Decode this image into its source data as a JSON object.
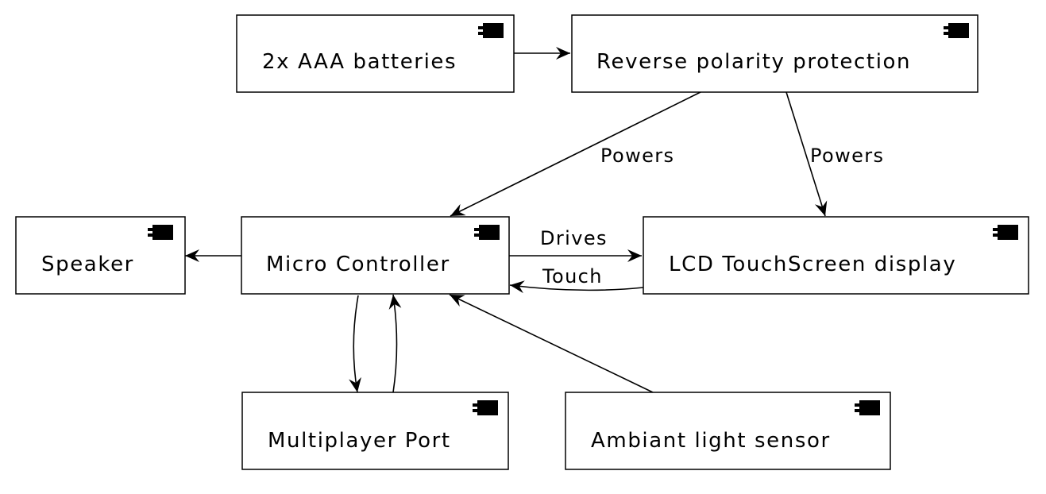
{
  "components": {
    "batteries": {
      "label": "2x AAA batteries"
    },
    "reverse_polarity": {
      "label": "Reverse polarity protection"
    },
    "speaker": {
      "label": "Speaker"
    },
    "micro_controller": {
      "label": "Micro Controller"
    },
    "lcd": {
      "label": "LCD TouchScreen display"
    },
    "multiplayer_port": {
      "label": "Multiplayer Port"
    },
    "light_sensor": {
      "label": "Ambiant light sensor"
    }
  },
  "edges": {
    "powers_mcu": {
      "label": "Powers"
    },
    "powers_lcd": {
      "label": "Powers"
    },
    "drives": {
      "label": "Drives"
    },
    "touch": {
      "label": "Touch"
    }
  },
  "icon": "uml-component-icon"
}
